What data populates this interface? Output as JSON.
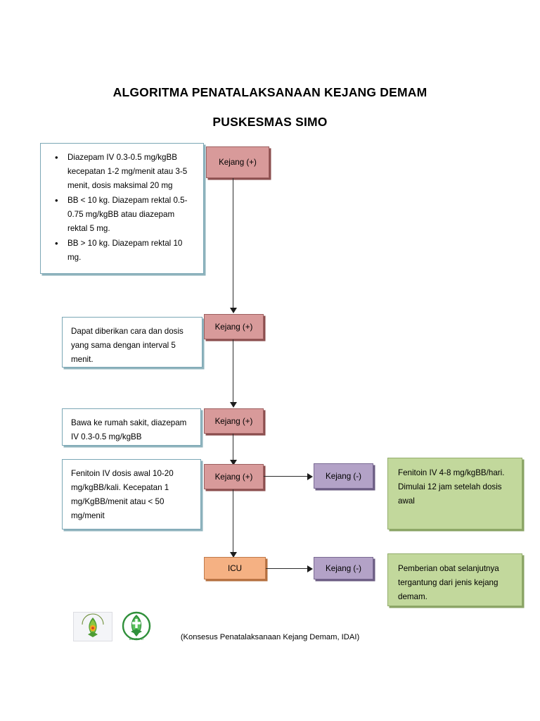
{
  "document": {
    "title_line1": "ALGORITMA PENATALAKSANAAN KEJANG DEMAM",
    "title_line2": "PUSKESMAS SIMO",
    "caption": "(Konsesus Penatalaksanaan Kejang Demam, IDAI)"
  },
  "colors": {
    "pink": "#d89a9a",
    "purple": "#b3a2c7",
    "orange": "#f5b183",
    "green": "#c2d89c",
    "note_border": "#7ba7b5",
    "connector": "#2b2b2b"
  },
  "notes": {
    "step1": {
      "bullets": [
        "Diazepam IV 0.3-0.5 mg/kgBB kecepatan 1-2 mg/menit atau 3-5 menit, dosis maksimal 20 mg",
        "BB < 10 kg. Diazepam rektal 0.5-0.75 mg/kgBB atau diazepam rektal 5 mg.",
        "BB > 10 kg. Diazepam rektal 10 mg."
      ]
    },
    "step2": {
      "text": "Dapat diberikan cara dan dosis yang sama dengan  interval 5 menit."
    },
    "step3": {
      "text": "Bawa ke rumah sakit, diazepam IV 0.3-0.5 mg/kgBB"
    },
    "step4": {
      "text": "Fenitoin IV dosis awal 10-20 mg/kgBB/kali. Kecepatan 1 mg/KgBB/menit atau < 50 mg/menit"
    }
  },
  "nodes": {
    "kejang_pos_1": "Kejang (+)",
    "kejang_pos_2": "Kejang (+)",
    "kejang_pos_3": "Kejang (+)",
    "kejang_pos_4": "Kejang (+)",
    "kejang_neg_1": "Kejang (-)",
    "kejang_neg_2": "Kejang (-)",
    "icu": "ICU"
  },
  "outcomes": {
    "green1": "Fenitoin IV 4-8 mg/kgBB/hari. Dimulai 12 jam setelah dosis awal",
    "green2": "Pemberian obat selanjutnya tergantung dari jenis kejang demam."
  },
  "logos": {
    "puskesmas": "puskesmas-simo-logo",
    "dinkes": "dinas-kesehatan-logo"
  }
}
